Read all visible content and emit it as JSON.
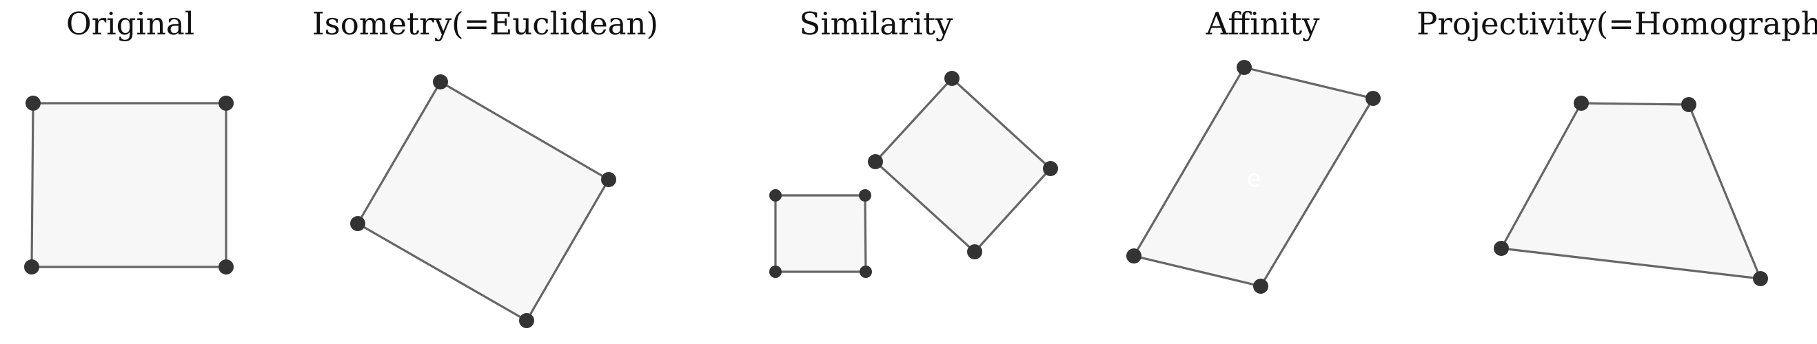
{
  "panels": [
    {
      "id": "original",
      "title": "Original"
    },
    {
      "id": "isometry",
      "title": "Isometry(=Euclidean)"
    },
    {
      "id": "similarity",
      "title": "Similarity"
    },
    {
      "id": "affinity",
      "title": "Affinity"
    },
    {
      "id": "projectivity",
      "title": "Projectivity(=Homography)"
    }
  ],
  "watermark": "e",
  "colors": {
    "shape_fill": "#f7f7f7",
    "edge": "#666666",
    "vertex": "#333333",
    "text": "#111111"
  }
}
